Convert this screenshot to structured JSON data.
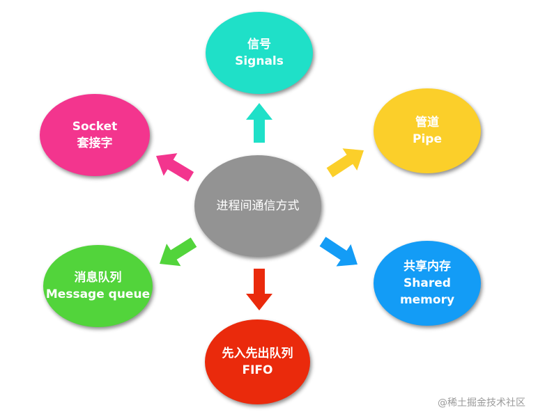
{
  "center": {
    "label": "进程间通信方式",
    "color": "#939393"
  },
  "nodes": {
    "signals": {
      "line1": "信号",
      "line2": "Signals",
      "color": "#1fe0c8"
    },
    "socket": {
      "line1": "Socket",
      "line2": "套接字",
      "color": "#f3358e"
    },
    "pipe": {
      "line1": "管道",
      "line2": "Pipe",
      "color": "#fbcf2a"
    },
    "msg": {
      "line1": "消息队列",
      "line2": "Message queue",
      "color": "#52d43b"
    },
    "shm": {
      "line1": "共享内存",
      "line2": "Shared",
      "line3": "memory",
      "color": "#139cf6"
    },
    "fifo": {
      "line1": "先入先出队列",
      "line2": "FIFO",
      "color": "#ea2a0c"
    }
  },
  "arrow_colors": {
    "signals": "#1fe0c8",
    "socket": "#f3358e",
    "pipe": "#fbcf2a",
    "msg": "#52d43b",
    "shm": "#139cf6",
    "fifo": "#ea2a0c"
  },
  "watermark": "@稀土掘金技术社区"
}
